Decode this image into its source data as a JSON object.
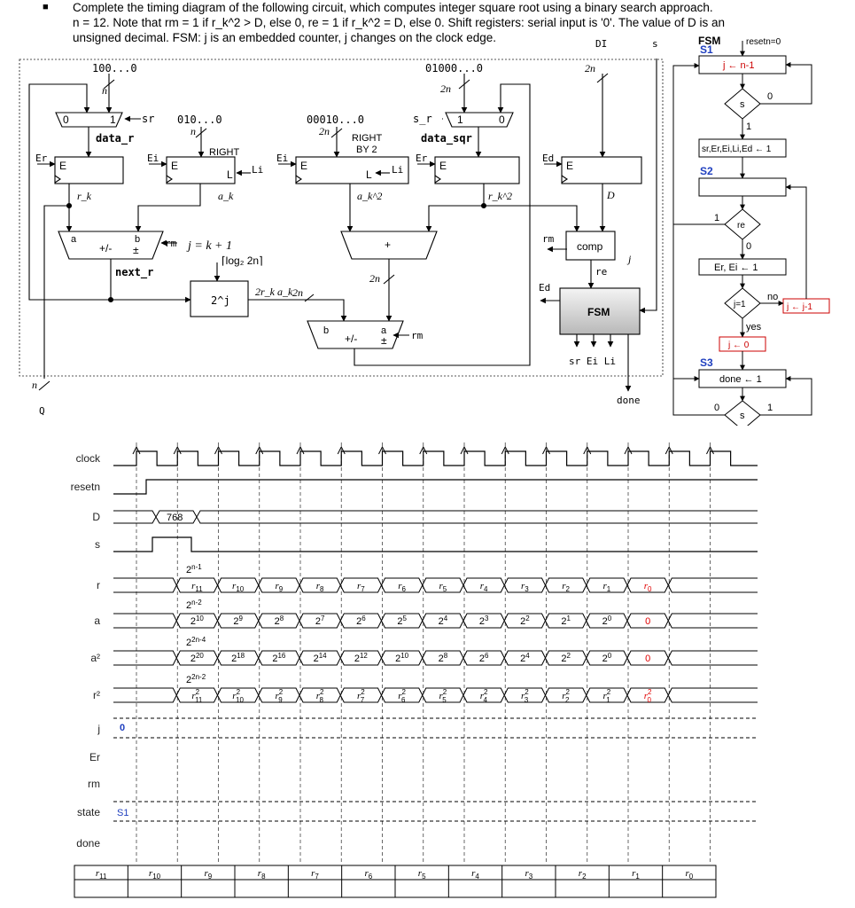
{
  "problem": {
    "line1": "Complete the timing diagram of the following circuit, which computes integer square root using a binary search approach.",
    "line2": "n = 12. Note that rm = 1 if r_k^2 > D, else 0, re = 1 if r_k^2 = D, else 0. Shift registers: serial input is '0'. The value of D is an",
    "line3": "unsigned decimal. FSM: j is an embedded counter, j changes on the clock edge."
  },
  "circuit": {
    "const_100": "100...0",
    "const_01000": "01000...0",
    "const_010": "010...0",
    "const_00010": "00010...0",
    "n": "n",
    "two_n": "2n",
    "mux0": "0",
    "mux1": "1",
    "sr": "sr",
    "s_r": "s_r",
    "data_r": "data_r",
    "data_sqr": "data_sqr",
    "right": "RIGHT",
    "right_by2_a": "RIGHT",
    "right_by2_b": "BY 2",
    "E": "E",
    "L": "L",
    "Er": "Er",
    "Ei": "Ei",
    "Ed": "Ed",
    "Li": "Li",
    "rk": "r_k",
    "ak": "a_k",
    "ak2": "a_k^2",
    "rk2": "r_k^2",
    "D": "D",
    "DI": "DI",
    "s": "s",
    "a": "a",
    "b": "b",
    "addsub": "+/-",
    "pm": "±",
    "plus": "+",
    "rm": "rm",
    "re": "re",
    "j_eq": "j = k + 1",
    "log": "⌈log₂ 2n⌉",
    "pow2j": "2^j",
    "two_rk_ak": "2r_k a_k",
    "next_r": "next_r",
    "comp": "comp",
    "fsm": "FSM",
    "j": "j",
    "fsm_outputs": "sr Ei Li",
    "done": "done",
    "Q": "Q"
  },
  "fsm_chart": {
    "title": "FSM",
    "resetn": "resetn=0",
    "s1": "S1",
    "s2": "S2",
    "s3": "S3",
    "j_init": "j ← n-1",
    "s_cond": "s",
    "assign_s1": "sr,Er,Ei,Li,Ed ← 1",
    "re_cond": "re",
    "er_ei": "Er, Ei ← 1",
    "j_cond": "j=1",
    "no": "no",
    "yes": "yes",
    "j_dec": "j ← j-1",
    "j_zero": "j ← 0",
    "done_assign": "done ← 1",
    "s3_cond": "s",
    "zero": "0",
    "one": "1"
  },
  "timing": {
    "signals": [
      "clock",
      "resetn",
      "D",
      "s",
      "r",
      "a",
      "a²",
      "r²",
      "j",
      "Er",
      "rm",
      "state",
      "done"
    ],
    "d_value": "768",
    "r_init": "2^{n-1}",
    "a_init": "2^{n-2}",
    "a2_init": "2^{2n-4}",
    "r2_init": "2^{2n-2}",
    "r_values": [
      "r11",
      "r10",
      "r9",
      "r8",
      "r7",
      "r6",
      "r5",
      "r4",
      "r3",
      "r2",
      "r1",
      "r0"
    ],
    "a_values": [
      "2^10",
      "2^9",
      "2^8",
      "2^7",
      "2^6",
      "2^5",
      "2^4",
      "2^3",
      "2^2",
      "2^1",
      "2^0",
      "0"
    ],
    "a2_values": [
      "2^20",
      "2^18",
      "2^16",
      "2^14",
      "2^12",
      "2^10",
      "2^8",
      "2^6",
      "2^4",
      "2^2",
      "2^0",
      "0"
    ],
    "r2_values": [
      "r11²",
      "r10²",
      "r9²",
      "r8²",
      "r7²",
      "r6²",
      "r5²",
      "r4²",
      "r3²",
      "r2²",
      "r1²",
      "r0²"
    ],
    "j_initial": "0",
    "state_initial": "S1",
    "highlight_color": "#e00000",
    "blue_color": "#1f3fbf"
  },
  "answer_table": {
    "headers": [
      "r11",
      "r10",
      "r9",
      "r8",
      "r7",
      "r6",
      "r5",
      "r4",
      "r3",
      "r2",
      "r1",
      "r0"
    ]
  }
}
